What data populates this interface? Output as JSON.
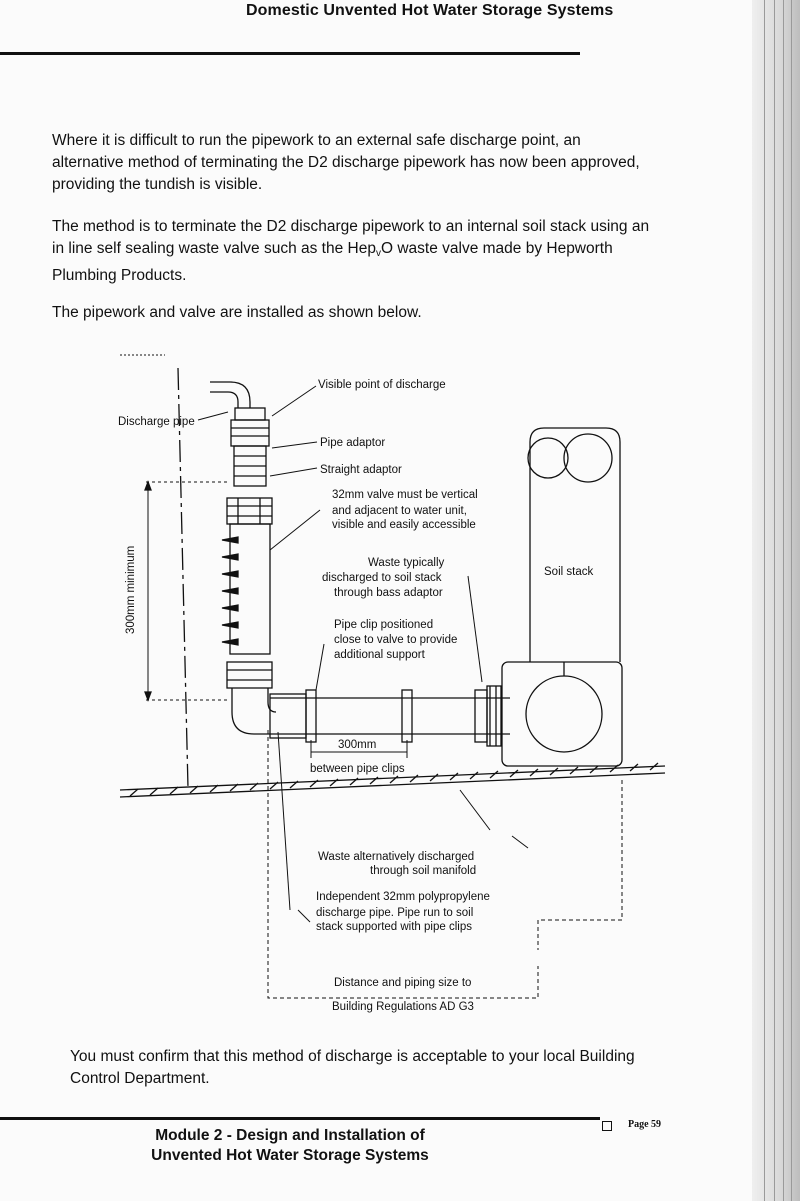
{
  "header": {
    "title": "Domestic Unvented Hot Water Storage Systems"
  },
  "body": {
    "para1": "Where it is difficult to run the pipework to an external safe discharge point, an alternative method of terminating the D2 discharge pipework has now been approved, providing the tundish is visible.",
    "para2_before": "The method is to terminate the D2 discharge pipework to an internal soil stack using an in line self sealing waste valve such as the Hep",
    "para2_sub": "v",
    "para2_after": "O waste valve made by Hepworth Plumbing Products.",
    "para3": "The pipework and valve are installed as shown below.",
    "para4": "You must confirm that this method of discharge is acceptable to your local Building Control Department."
  },
  "diagram": {
    "labels": {
      "visible_point": "Visible point of discharge",
      "discharge_pipe": "Discharge pipe",
      "pipe_adaptor": "Pipe adaptor",
      "straight_adaptor": "Straight adaptor",
      "valve_note_1": "32mm valve must be vertical",
      "valve_note_2": "and adjacent to water unit,",
      "valve_note_3": "visible and easily accessible",
      "min_300": "300mm minimum",
      "waste_typ_1": "Waste typically",
      "waste_typ_2": "discharged to soil stack",
      "waste_typ_3": "through bass adaptor",
      "soil_stack": "Soil stack",
      "clip_1": "Pipe clip positioned",
      "clip_2": "close to valve to provide",
      "clip_3": "additional support",
      "clips_300": "300mm",
      "between_clips": "between pipe clips",
      "waste_alt_1": "Waste alternatively discharged",
      "waste_alt_2": "through soil manifold",
      "indep_1": "Independent 32mm polypropylene",
      "indep_2": "discharge pipe. Pipe run to soil",
      "indep_3": "stack supported with pipe clips",
      "distance_1": "Distance and piping size to",
      "distance_2": "Building Regulations AD G3"
    }
  },
  "footer": {
    "title_line1": "Module 2 - Design and Installation of",
    "title_line2": "Unvented Hot Water Storage Systems",
    "page": "Page 59"
  }
}
